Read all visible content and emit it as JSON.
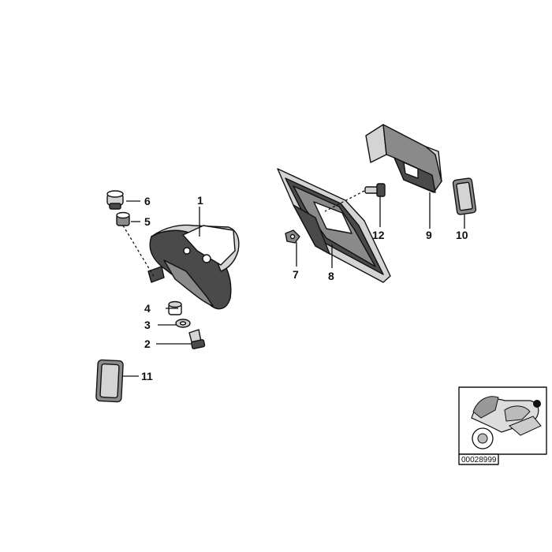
{
  "callouts": [
    {
      "id": "1",
      "label": "1"
    },
    {
      "id": "2",
      "label": "2"
    },
    {
      "id": "3",
      "label": "3"
    },
    {
      "id": "4",
      "label": "4"
    },
    {
      "id": "5",
      "label": "5"
    },
    {
      "id": "6",
      "label": "6"
    },
    {
      "id": "7",
      "label": "7"
    },
    {
      "id": "8",
      "label": "8"
    },
    {
      "id": "9",
      "label": "9"
    },
    {
      "id": "10",
      "label": "10"
    },
    {
      "id": "11",
      "label": "11"
    },
    {
      "id": "12",
      "label": "12"
    }
  ],
  "reference_code": "00028999"
}
